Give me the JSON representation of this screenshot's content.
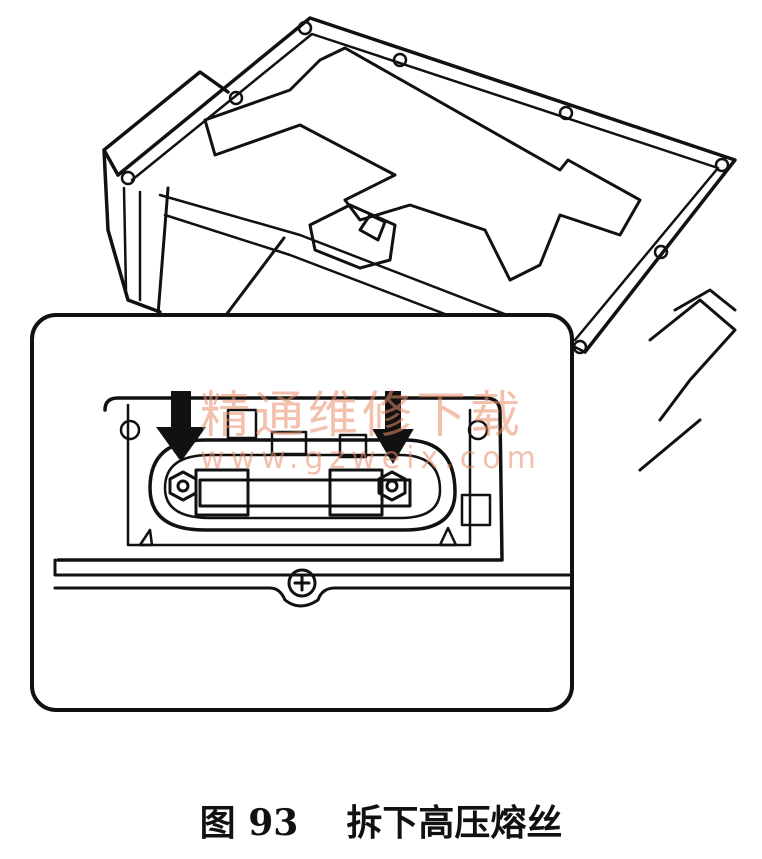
{
  "caption": {
    "figure_number": "图 93",
    "title": "拆下高压熔丝"
  },
  "watermark": {
    "site_name": "精通维修下载",
    "url": "www.gzweix.com"
  },
  "colors": {
    "line": "#111111",
    "watermark": "#e88e6a",
    "background": "#ffffff"
  }
}
